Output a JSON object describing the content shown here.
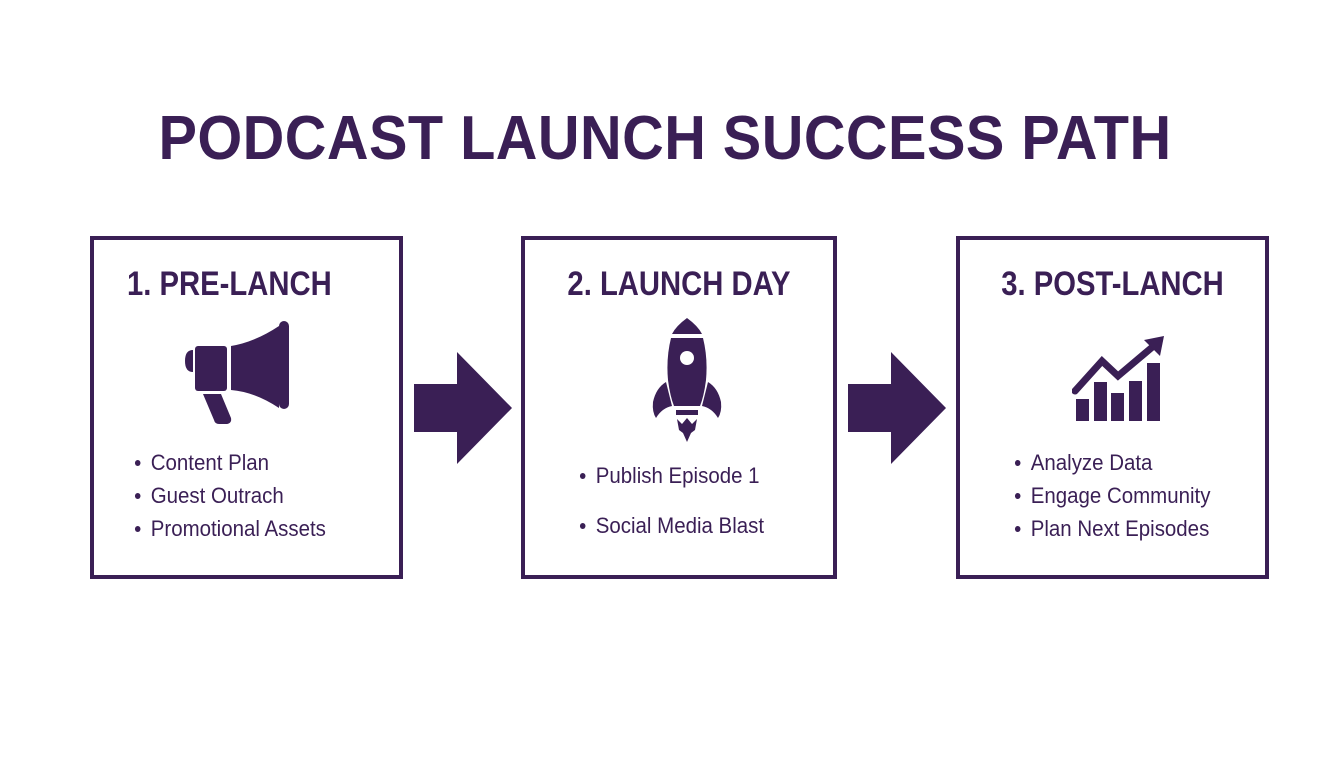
{
  "title": "PODCAST LAUNCH SUCCESS PATH",
  "colors": {
    "primary": "#3a1f55",
    "background": "#ffffff"
  },
  "stages": [
    {
      "heading": "1. PRE-LANCH",
      "icon": "megaphone-icon",
      "items": [
        "Content Plan",
        "Guest Outrach",
        "Promotional Assets"
      ]
    },
    {
      "heading": "2. LAUNCH DAY",
      "icon": "rocket-icon",
      "items": [
        "Publish Episode 1",
        "Social Media Blast"
      ]
    },
    {
      "heading": "3. POST-LANCH",
      "icon": "growth-chart-icon",
      "items": [
        "Analyze Data",
        "Engage Community",
        "Plan Next Episodes"
      ]
    }
  ],
  "connectors": [
    {
      "from": 1,
      "to": 2,
      "icon": "right-arrow-icon"
    },
    {
      "from": 2,
      "to": 3,
      "icon": "right-arrow-icon"
    }
  ]
}
